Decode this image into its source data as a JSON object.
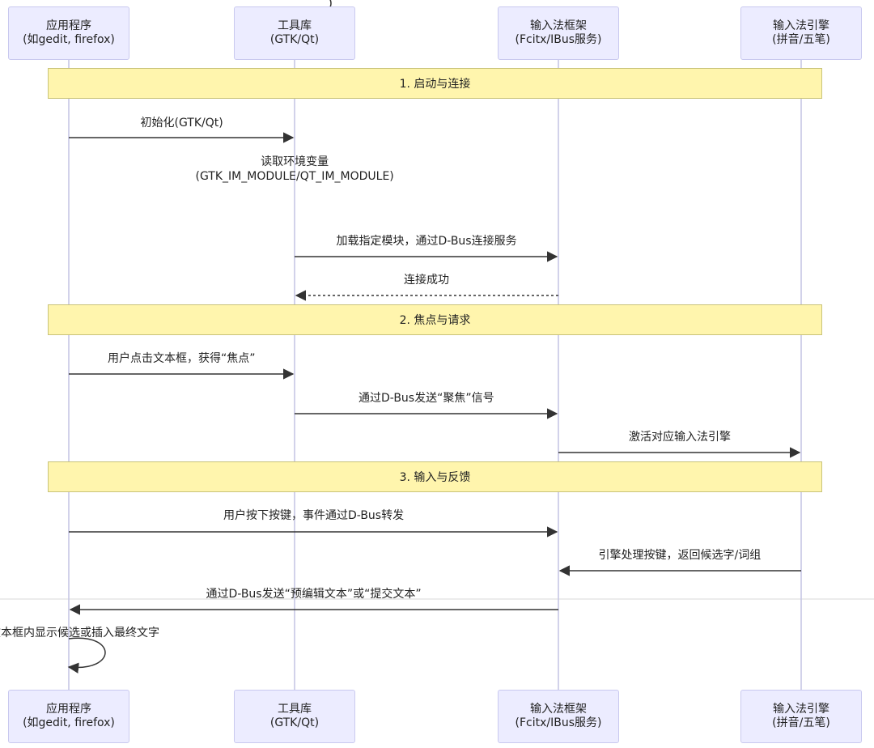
{
  "participants": [
    {
      "line1": "应用程序",
      "line2": "(如gedit, firefox)"
    },
    {
      "line1": "工具库",
      "line2": "(GTK/Qt)"
    },
    {
      "line1": "输入法框架",
      "line2": "(Fcitx/IBus服务)"
    },
    {
      "line1": "输入法引擎",
      "line2": "(拼音/五笔)"
    }
  ],
  "sections": [
    {
      "label": "1. 启动与连接"
    },
    {
      "label": "2. 焦点与请求"
    },
    {
      "label": "3. 输入与反馈"
    }
  ],
  "messages": [
    {
      "from": 0,
      "to": 1,
      "label": "初始化(GTK/Qt)",
      "style": "solid"
    },
    {
      "from": 1,
      "to": 1,
      "label": "读取环境变量",
      "label2": "(GTK_IM_MODULE/QT_IM_MODULE)",
      "style": "self"
    },
    {
      "from": 1,
      "to": 2,
      "label": "加载指定模块，通过D-Bus连接服务",
      "style": "solid"
    },
    {
      "from": 2,
      "to": 1,
      "label": "连接成功",
      "style": "dashed"
    },
    {
      "from": 0,
      "to": 1,
      "label": "用户点击文本框，获得“焦点”",
      "style": "solid"
    },
    {
      "from": 1,
      "to": 2,
      "label": "通过D-Bus发送“聚焦”信号",
      "style": "solid"
    },
    {
      "from": 2,
      "to": 3,
      "label": "激活对应输入法引擎",
      "style": "solid"
    },
    {
      "from": 0,
      "to": 2,
      "label": "用户按下按键，事件通过D-Bus转发",
      "style": "solid"
    },
    {
      "from": 3,
      "to": 2,
      "label": "引擎处理按键，返回候选字/词组",
      "style": "solid"
    },
    {
      "from": 2,
      "to": 0,
      "label": "通过D-Bus发送“预编辑文本”或“提交文本”",
      "style": "solid"
    },
    {
      "from": 0,
      "to": 0,
      "label": "在文本框内显示候选或插入最终文字",
      "style": "self"
    }
  ]
}
